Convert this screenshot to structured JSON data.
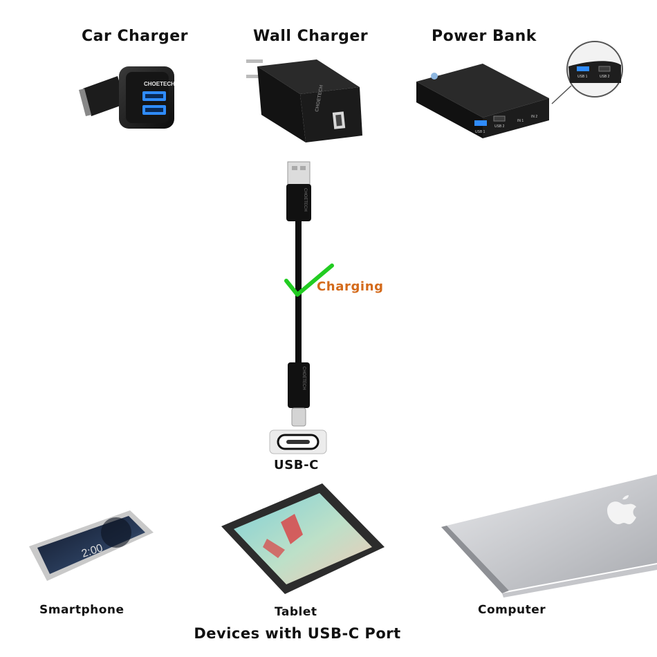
{
  "sources": {
    "car_charger": {
      "label": "Car Charger",
      "brand": "CHOETECH",
      "port_color": "#2f8cff"
    },
    "wall_charger": {
      "label": "Wall Charger",
      "brand": "CHOETECH"
    },
    "power_bank": {
      "label": "Power Bank",
      "ports": [
        "USB 1",
        "USB 2",
        "IN 1",
        "IN 2"
      ],
      "port_color": "#2f8cff"
    }
  },
  "cable": {
    "brand": "CHOETECH",
    "status_label": "Charging",
    "status_color": "#d46a1a",
    "check_color": "#22cc22",
    "connector_label": "USB-C"
  },
  "devices": {
    "smartphone": {
      "label": "Smartphone",
      "screen_time": "2:00"
    },
    "tablet": {
      "label": "Tablet"
    },
    "computer": {
      "label": "Computer"
    }
  },
  "footer": "Devices  with USB-C Port"
}
